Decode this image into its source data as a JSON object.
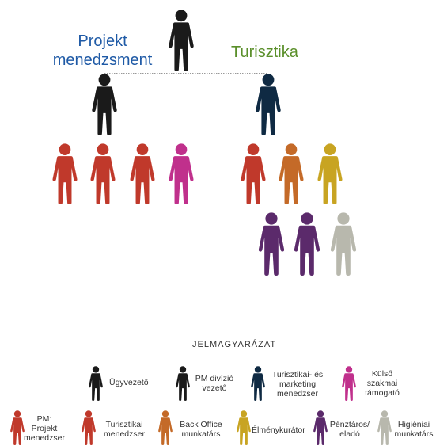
{
  "branches": {
    "left": {
      "title_line1": "Projekt",
      "title_line2": "menedzsment",
      "color": "#1f5aa6"
    },
    "right": {
      "title": "Turisztika",
      "color": "#5a8f2a"
    }
  },
  "colors": {
    "ceo": "#1a1a1a",
    "pm_head": "#1a1a1a",
    "tour_head": "#0f2a43",
    "pm": "#c0392b",
    "tour_worker": "#c0392b",
    "backoffice": "#c46a28",
    "experience": "#c8a422",
    "cashier": "#5b2a6b",
    "hygiene": "#b8b8ad",
    "external": "#c0308c"
  },
  "diagram": {
    "top": "ceo",
    "left_head": "pm_head",
    "right_head": "tour_head",
    "left_team": [
      "pm",
      "pm",
      "pm",
      "external"
    ],
    "right_team_row1": [
      "tour_worker",
      "backoffice",
      "experience"
    ],
    "right_team_row2": [
      "cashier",
      "cashier",
      "hygiene"
    ]
  },
  "legend": {
    "title": "JELMAGYARÁZAT",
    "ceo": "Ügyvezető",
    "pm_head_1": "PM divízió",
    "pm_head_2": "vezető",
    "tour_head_1": "Turisztikai- és",
    "tour_head_2": "marketing",
    "tour_head_3": "menedzser",
    "external_1": "Külső",
    "external_2": "szakmai",
    "external_3": "támogató",
    "pm_1": "PM:",
    "pm_2": "Projekt",
    "pm_3": "menedzser",
    "tour_worker_1": "Turisztikai",
    "tour_worker_2": "menedzser",
    "backoffice_1": "Back Office",
    "backoffice_2": "munkatárs",
    "experience": "Élménykurátor",
    "cashier_1": "Pénztáros/",
    "cashier_2": "eladó",
    "hygiene_1": "Higiéniai",
    "hygiene_2": "munkatárs"
  }
}
